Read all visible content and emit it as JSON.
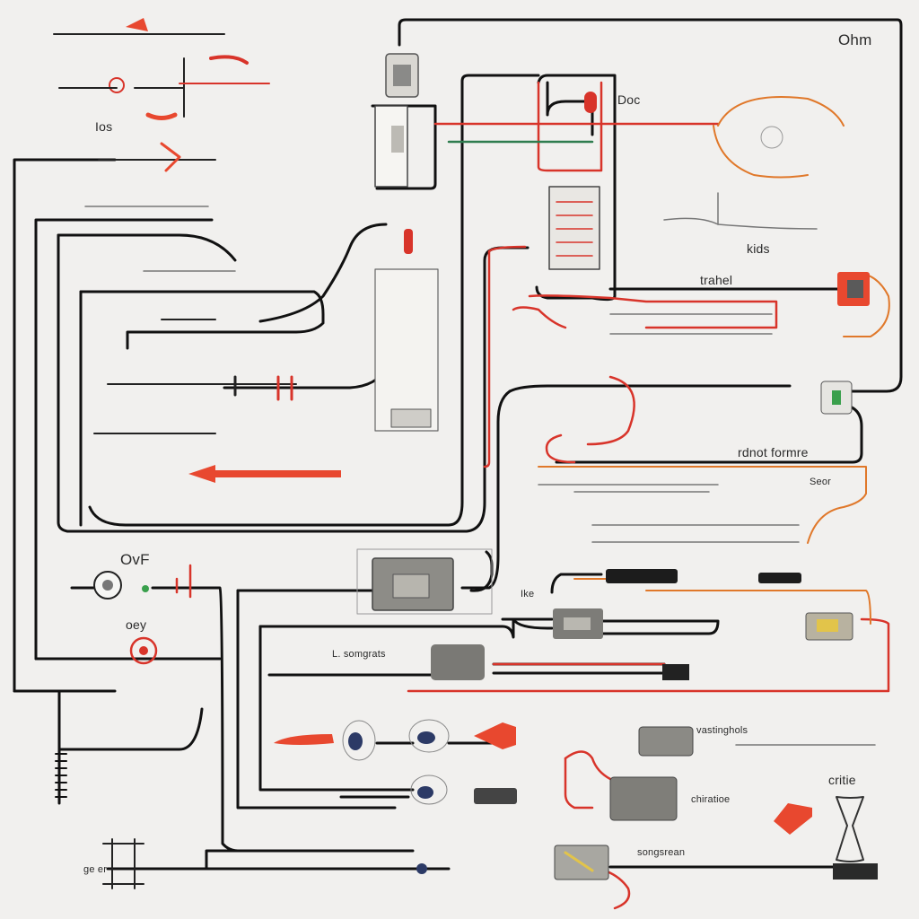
{
  "labels": {
    "ohm": "Ohm",
    "ios": "Ios",
    "doc": "Doc",
    "kids": "kids",
    "trahel": "trahel",
    "rdnot": "rdnot formre",
    "seor": "Seor",
    "ovf": "OvF",
    "oey": "oey",
    "ike": "Ike",
    "sumgrats": "L. somgrats",
    "vastingh": "vastinghols",
    "critie": "critie",
    "chiratioe": "chiratioe",
    "songsrean": "songsrean",
    "geer": "ge er"
  },
  "colors": {
    "wire_black": "#111111",
    "wire_red": "#d8342a",
    "wire_orange": "#e0782a",
    "wire_green": "#2f7d4f",
    "accent": "#e8482f",
    "background": "#f1f0ee"
  }
}
